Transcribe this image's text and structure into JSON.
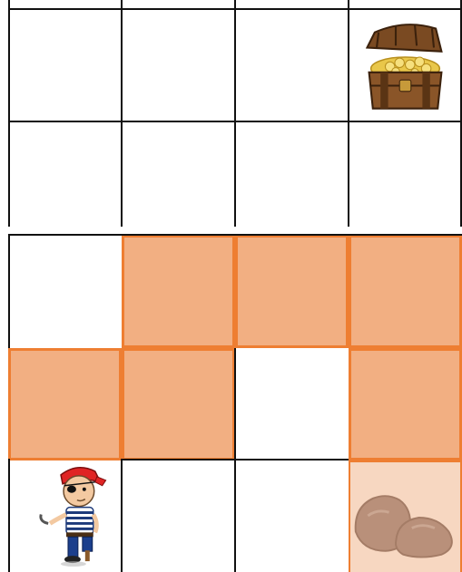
{
  "board": {
    "rows": 5,
    "cols": 4,
    "colors": {
      "grid_line": "#111111",
      "empty_fill": "#ffffff",
      "water_fill": "#f2af82",
      "water_border": "#ee7e32",
      "rock_tile_fill": "#f7d7c1",
      "rock_color": "#b9907a"
    },
    "cells": [
      [
        "empty",
        "empty",
        "empty",
        "treasure"
      ],
      [
        "empty",
        "empty",
        "empty",
        "empty"
      ],
      [
        "empty",
        "water",
        "water",
        "water"
      ],
      [
        "water",
        "water",
        "empty",
        "water"
      ],
      [
        "pirate",
        "empty",
        "empty",
        "rock"
      ]
    ],
    "icons": {
      "treasure": "treasure-chest-icon",
      "pirate": "pirate-icon",
      "rock": "rock-icon"
    }
  }
}
